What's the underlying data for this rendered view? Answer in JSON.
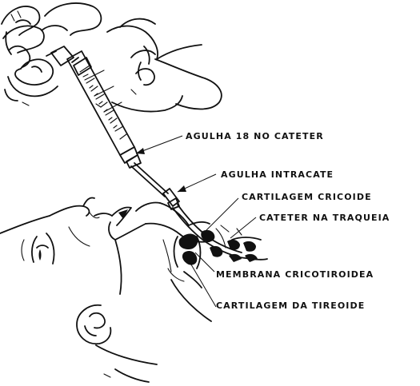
{
  "labels": {
    "agulha_18": "AGULHA 18 NO CATETER",
    "agulha_intracate": "AGULHA INTRACATE",
    "cartilagem_cricoide": "CARTILAGEM CRICOIDE",
    "cateter_traqueia": "CATETER NA TRAQUEIA",
    "membrana": "MEMBRANA CRICOTIROIDEA",
    "cartilagem_tireoide": "CARTILAGEM DA TIREOIDE"
  },
  "colors": {
    "ink": "#111111",
    "background": "#ffffff"
  }
}
